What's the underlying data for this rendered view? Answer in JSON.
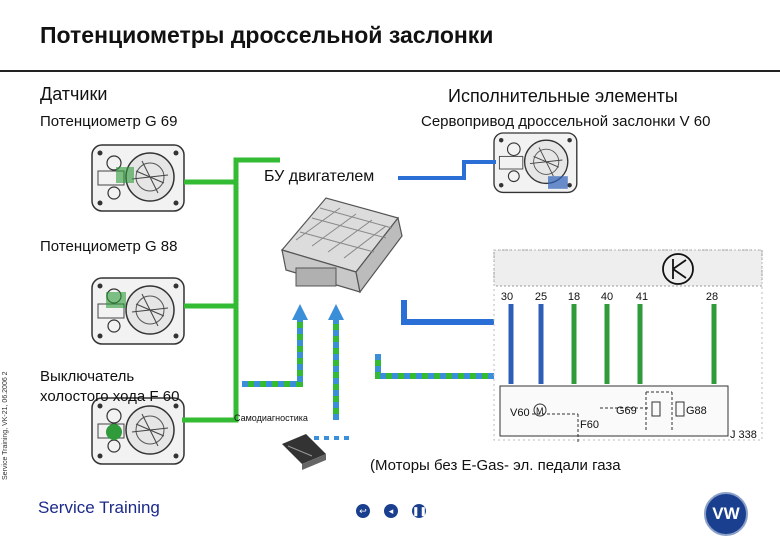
{
  "title": "Потенциометры дроссельной заслонки",
  "sensors_header": "Датчики",
  "actuators_header": "Исполнительные элементы",
  "g69_label": "Потенциометр G 69",
  "v60_actuator_label": "Сервопривод дроссельной заслонки V 60",
  "ecu_label": "БУ двигателем",
  "g88_label": "Потенциометр G 88",
  "f60_label_line1": "Выключатель",
  "f60_label_line2": "холостого хода F 60",
  "diagnostics_label": "Самодиагностика",
  "note_label": "(Моторы без E-Gas- эл. педали газа",
  "side_note": "Service Training, VK-21, 06.2006    2",
  "footer_brand": "Service Training",
  "pins": [
    "30",
    "25",
    "18",
    "40",
    "41",
    "28"
  ],
  "circuit": {
    "v60": "V60",
    "m": "M",
    "g69": "G69",
    "g88": "G88",
    "f60": "F60",
    "j338": "J 338"
  },
  "colors": {
    "green_line": "#33bb33",
    "blue_line": "#2a6fd6",
    "dashed_signal": "#3a8fd8",
    "wire_blue": "#2d5fb8",
    "wire_green": "#2f9b3a"
  },
  "icons": [
    "throttle-body-icon",
    "ecu-module-icon",
    "diagnostic-connector-icon",
    "transistor-symbol-icon",
    "vw-logo-icon",
    "nav-back-icon",
    "nav-prev-icon",
    "nav-pause-icon"
  ]
}
